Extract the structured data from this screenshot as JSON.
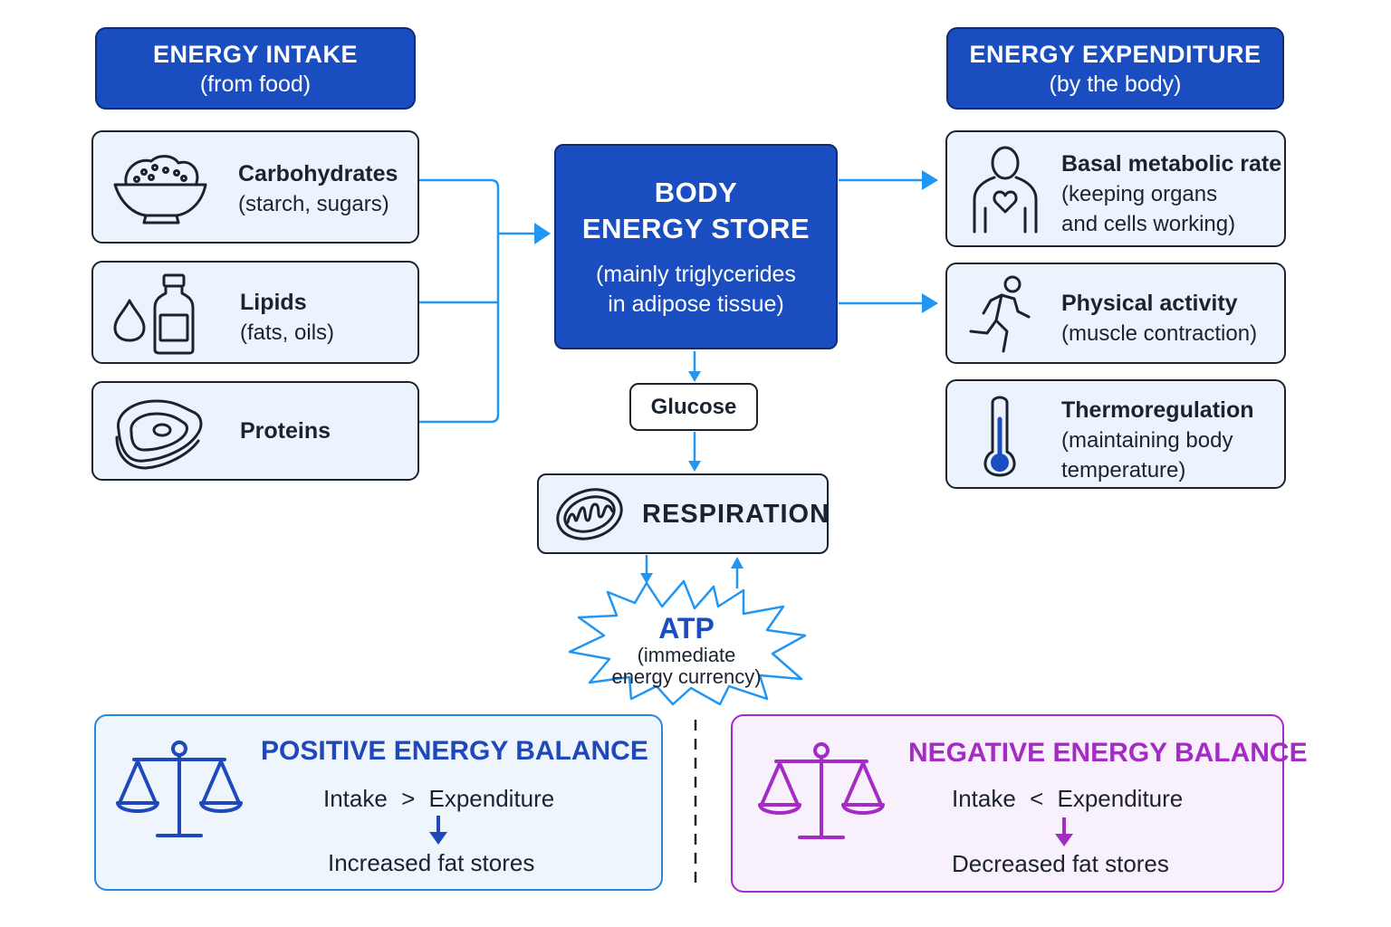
{
  "colors": {
    "primary": "#1a4ec0",
    "connector": "#2196f3",
    "card_bg": "#edf3fc",
    "positive": "#1f48b8",
    "negative": "#a42bc4"
  },
  "intake_header": {
    "title": "ENERGY INTAKE",
    "subtitle": "(from food)"
  },
  "expenditure_header": {
    "title": "ENERGY EXPENDITURE",
    "subtitle": "(by the body)"
  },
  "intake": [
    {
      "icon": "rice-bowl-icon",
      "title": "Carbohydrates",
      "subtitle": "(starch, sugars)"
    },
    {
      "icon": "oil-bottle-icon",
      "title": "Lipids",
      "subtitle": "(fats, oils)"
    },
    {
      "icon": "steak-icon",
      "title": "Proteins",
      "subtitle": ""
    }
  ],
  "store": {
    "title_line1": "BODY",
    "title_line2": "ENERGY STORE",
    "sub_line1": "(mainly triglycerides",
    "sub_line2": "in adipose tissue)"
  },
  "glucose": "Glucose",
  "respiration": {
    "icon": "mitochondrion-icon",
    "label": "RESPIRATION"
  },
  "atp": {
    "title": "ATP",
    "line1": "(immediate",
    "line2": "energy currency)"
  },
  "expenditure": [
    {
      "icon": "person-heart-icon",
      "title": "Basal metabolic rate",
      "line1": "(keeping organs",
      "line2": "and cells working)"
    },
    {
      "icon": "running-person-icon",
      "title": "Physical activity",
      "line1": "(muscle contraction)",
      "line2": ""
    },
    {
      "icon": "thermometer-icon",
      "title": "Thermoregulation",
      "line1": "(maintaining body",
      "line2": "temperature)"
    }
  ],
  "positive_balance": {
    "icon": "scale-icon",
    "title": "POSITIVE ENERGY BALANCE",
    "equation_left": "Intake",
    "operator": ">",
    "equation_right": "Expenditure",
    "result": "Increased fat stores"
  },
  "negative_balance": {
    "icon": "scale-icon",
    "title": "NEGATIVE ENERGY BALANCE",
    "equation_left": "Intake",
    "operator": "<",
    "equation_right": "Expenditure",
    "result": "Decreased fat stores"
  }
}
